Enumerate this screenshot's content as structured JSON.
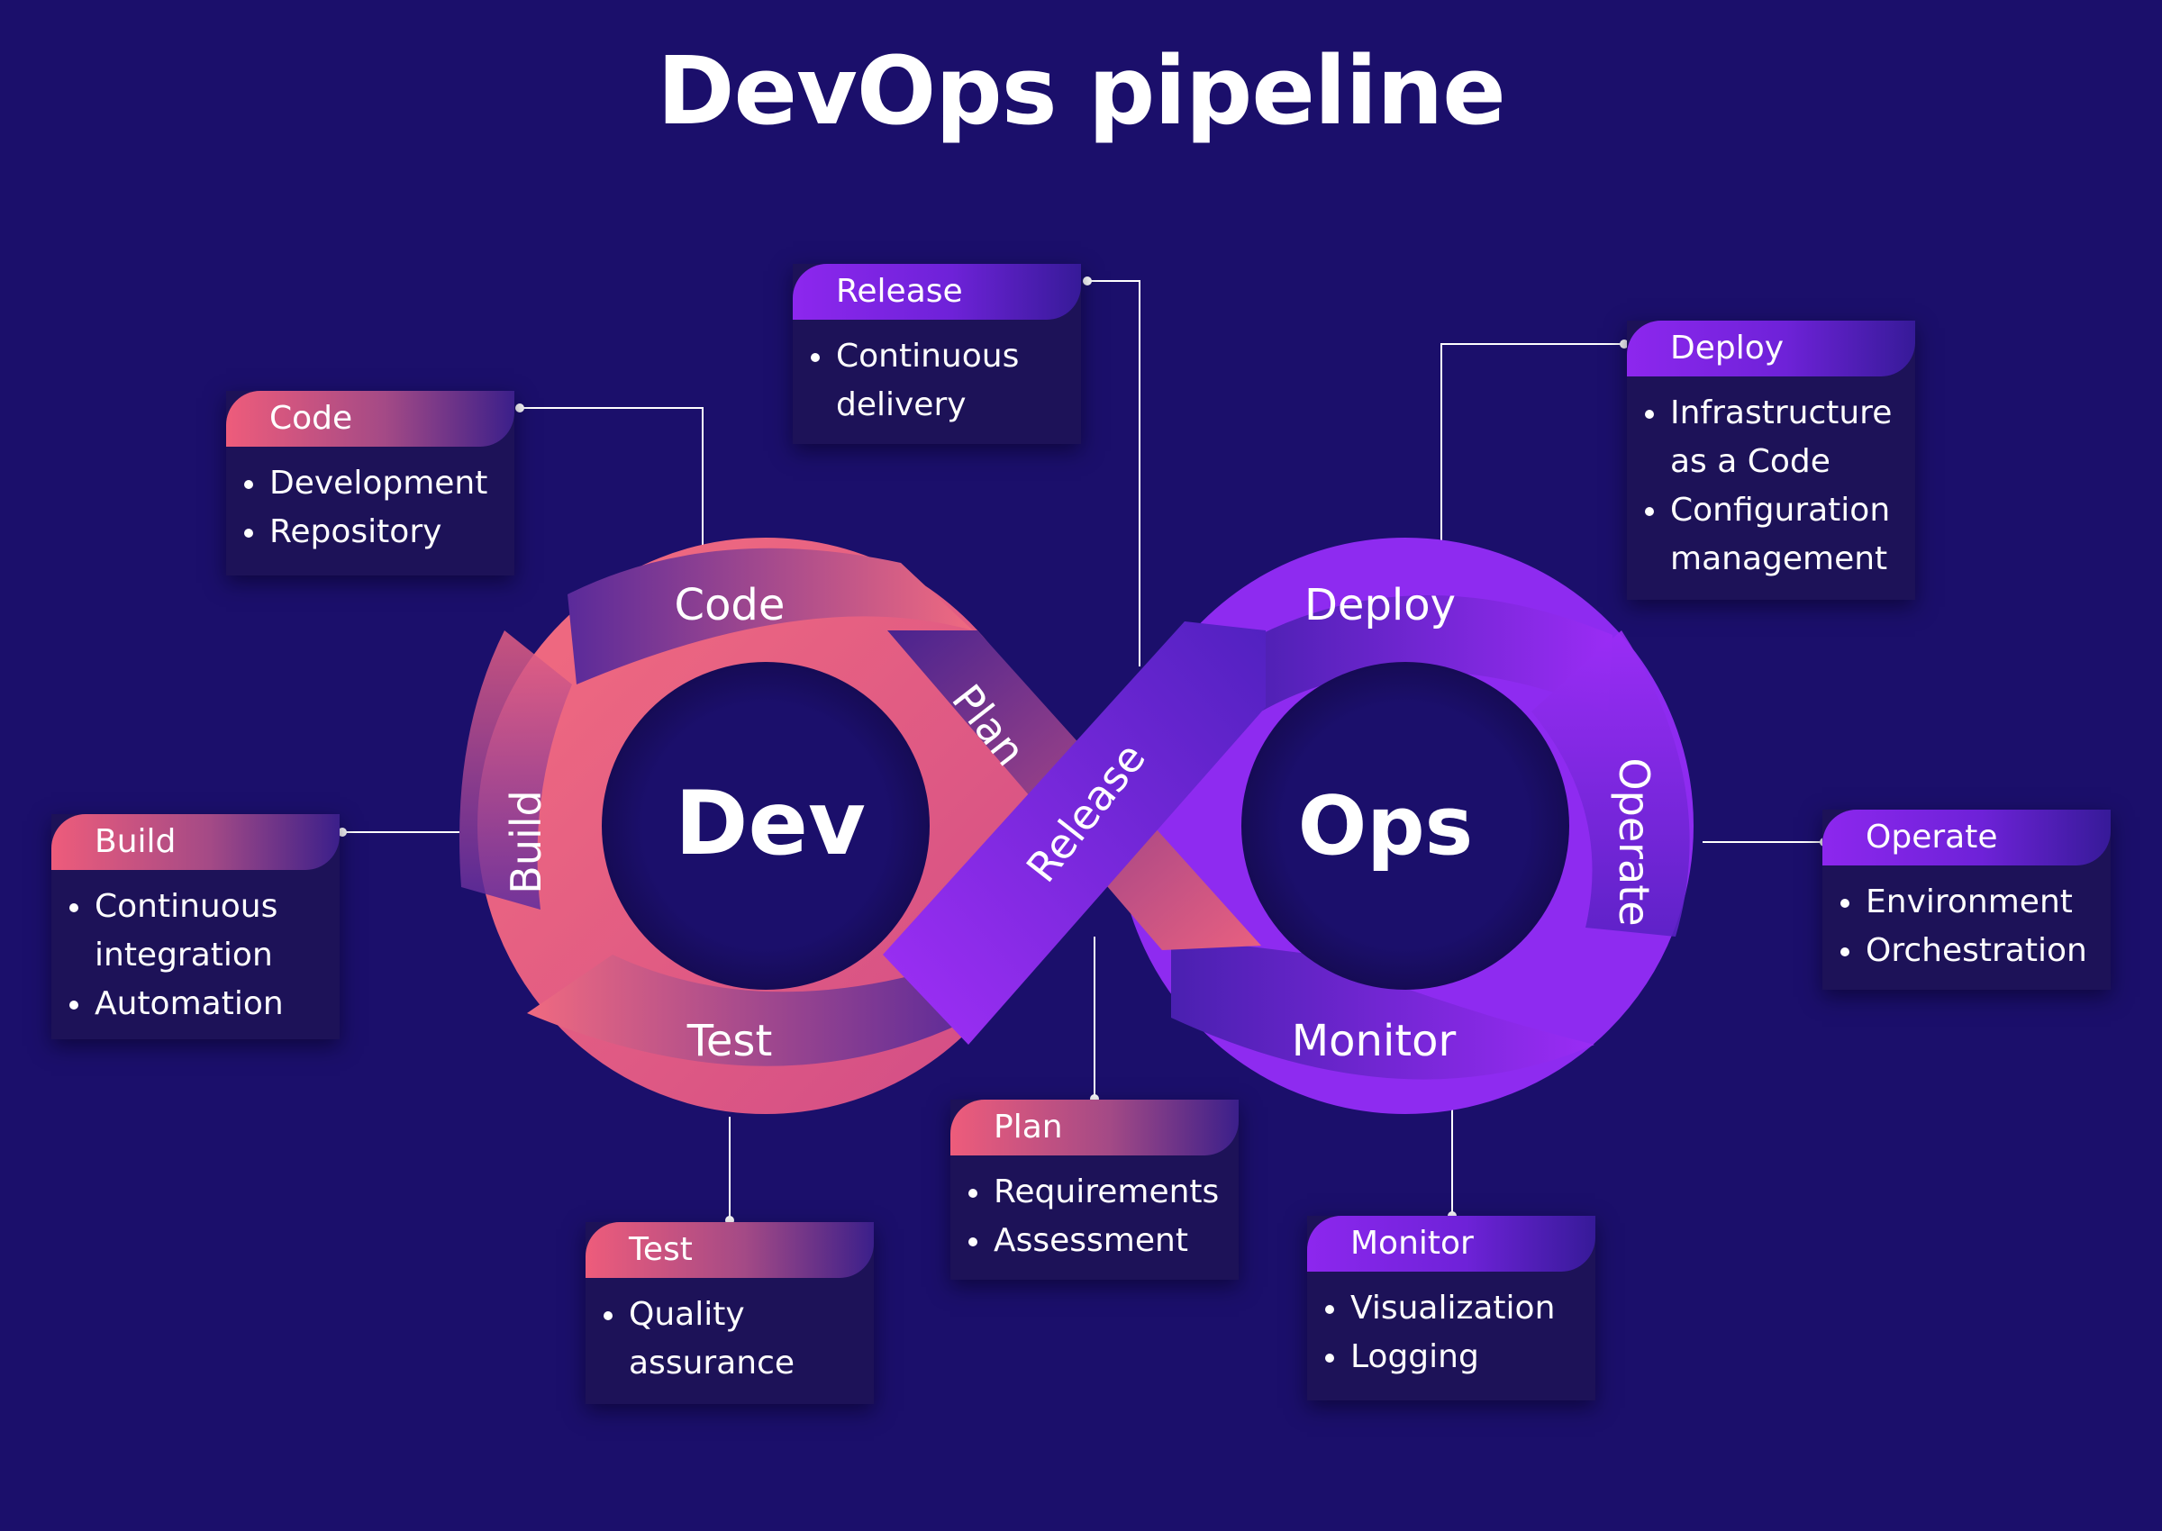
{
  "title": "DevOps pipeline",
  "hub": {
    "left": "Dev",
    "right": "Ops"
  },
  "loop_labels": {
    "code": "Code",
    "build": "Build",
    "test": "Test",
    "plan": "Plan",
    "release": "Release",
    "deploy": "Deploy",
    "operate": "Operate",
    "monitor": "Monitor"
  },
  "cards": {
    "release": {
      "title": "Release",
      "items": [
        "Continuous",
        "delivery"
      ]
    },
    "code": {
      "title": "Code",
      "items": [
        "Development",
        "Repository"
      ]
    },
    "deploy": {
      "title": "Deploy",
      "items": [
        "Infrastructure",
        "as a Code",
        "Configuration",
        "management"
      ]
    },
    "build": {
      "title": "Build",
      "items": [
        "Continuous",
        "integration",
        "Automation"
      ]
    },
    "operate": {
      "title": "Operate",
      "items": [
        "Environment",
        "Orchestration"
      ]
    },
    "plan": {
      "title": "Plan",
      "items": [
        "Requirements",
        "Assessment"
      ]
    },
    "test": {
      "title": "Test",
      "items": [
        "Quality",
        "assurance"
      ]
    },
    "monitor": {
      "title": "Monitor",
      "items": [
        "Visualization",
        "Logging"
      ]
    }
  },
  "colors": {
    "background": "#1b0f6b",
    "dev_loop": "#e95d7e",
    "ops_loop": "#8e2bf0",
    "card_body": "#1d1258",
    "text": "#ffffff"
  }
}
